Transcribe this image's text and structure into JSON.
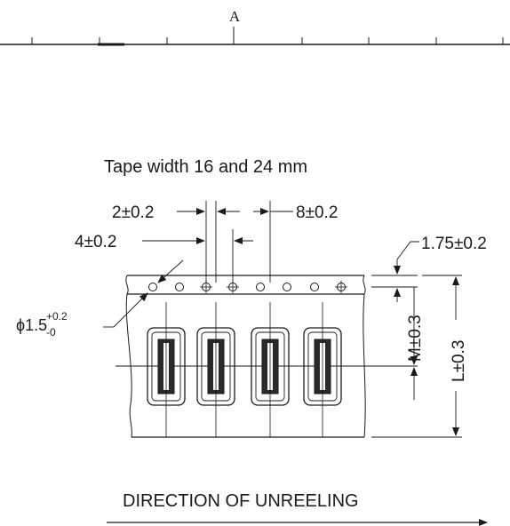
{
  "top_ruler": {
    "label": "A"
  },
  "diagram": {
    "title": "Tape width 16 and 24 mm",
    "dims": {
      "pitch_small": "2±0.2",
      "pitch_component": "8±0.2",
      "pitch_hole": "4±0.2",
      "edge_offset": "1.75±0.2",
      "hole_diameter_symbol": "ϕ",
      "hole_diameter_value": "1.5",
      "hole_diameter_tol_upper": "+0.2",
      "hole_diameter_tol_lower": "-0",
      "dim_m": "M±0.3",
      "dim_l": "L±0.3"
    },
    "direction_label": "DIRECTION OF UNREELING"
  },
  "colors": {
    "ink": "#1a1a1a",
    "background": "#ffffff"
  }
}
